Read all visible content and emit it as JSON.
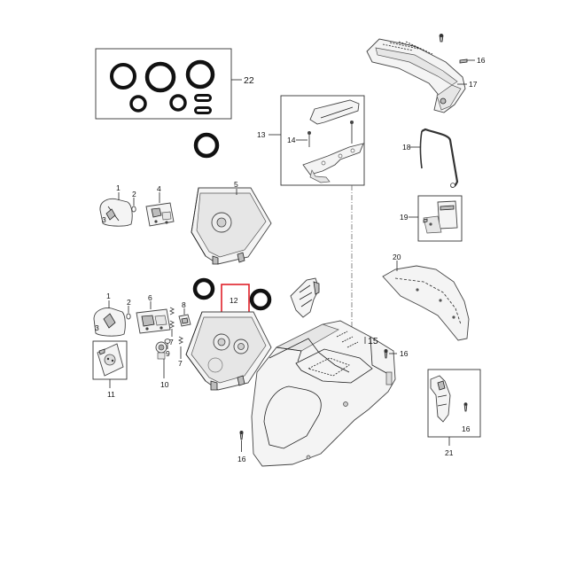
{
  "diagram": {
    "highlight_color": "#e0212a",
    "callouts": {
      "c22": "22",
      "c17": "17",
      "c16a": "16",
      "c13": "13",
      "c14": "14",
      "c18": "18",
      "c1a": "1",
      "c2a": "2",
      "c3a": "3",
      "c4": "4",
      "c5": "5",
      "c19": "19",
      "c20": "20",
      "c1b": "1",
      "c2b": "2",
      "c3b": "3",
      "c6": "6",
      "c7a": "7",
      "c7b": "7",
      "c8": "8",
      "c9": "9",
      "c10": "10",
      "c11": "11",
      "c12": "12",
      "c15": "15",
      "c16b": "16",
      "c16c": "16",
      "c16d": "16",
      "c21": "21"
    }
  }
}
